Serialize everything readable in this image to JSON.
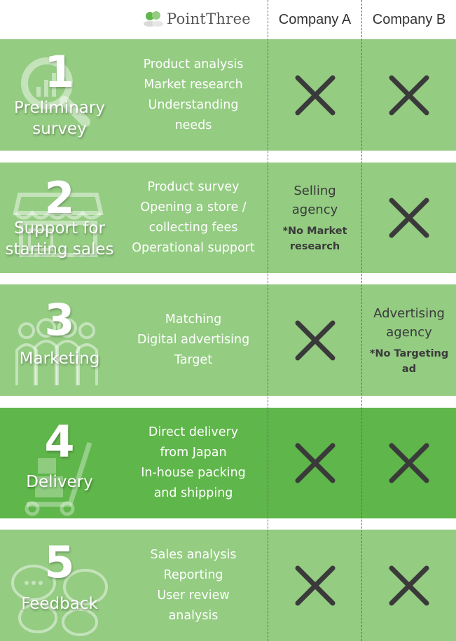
{
  "header": {
    "logo_text": "PointThree",
    "company_a": "Company A",
    "company_b": "Company B"
  },
  "colors": {
    "light_green": "#94cc82",
    "dark_green": "#5fb64a",
    "cross": "#3a3a3a"
  },
  "rows": [
    {
      "number": "1",
      "title": [
        "Preliminary",
        "survey"
      ],
      "icon": "magnifier-chart-icon",
      "services": [
        "Product analysis",
        "Market research",
        "Understanding",
        "needs"
      ],
      "company_a": {
        "type": "cross"
      },
      "company_b": {
        "type": "cross"
      },
      "highlight": false
    },
    {
      "number": "2",
      "title": [
        "Support for",
        "starting sales"
      ],
      "icon": "storefront-icon",
      "services": [
        "Product survey",
        "Opening a store /",
        "collecting fees",
        "Operational support"
      ],
      "company_a": {
        "type": "text",
        "main": [
          "Selling",
          "agency"
        ],
        "note": [
          "*No Market",
          "research"
        ]
      },
      "company_b": {
        "type": "cross"
      },
      "highlight": false
    },
    {
      "number": "3",
      "title": [
        "Marketing"
      ],
      "icon": "people-group-icon",
      "services": [
        "Matching",
        "Digital advertising",
        "Target"
      ],
      "company_a": {
        "type": "cross"
      },
      "company_b": {
        "type": "text",
        "main": [
          "Advertising",
          "agency"
        ],
        "note": [
          "*No Targeting",
          "ad"
        ]
      },
      "highlight": false
    },
    {
      "number": "4",
      "title": [
        "Delivery"
      ],
      "icon": "hand-truck-icon",
      "services": [
        "Direct delivery",
        "from Japan",
        "In-house packing",
        "and shipping"
      ],
      "company_a": {
        "type": "cross"
      },
      "company_b": {
        "type": "cross"
      },
      "highlight": true
    },
    {
      "number": "5",
      "title": [
        "Feedback"
      ],
      "icon": "speech-bubbles-icon",
      "services": [
        "Sales analysis",
        "Reporting",
        "User review",
        "analysis"
      ],
      "company_a": {
        "type": "cross"
      },
      "company_b": {
        "type": "cross"
      },
      "highlight": false
    }
  ]
}
